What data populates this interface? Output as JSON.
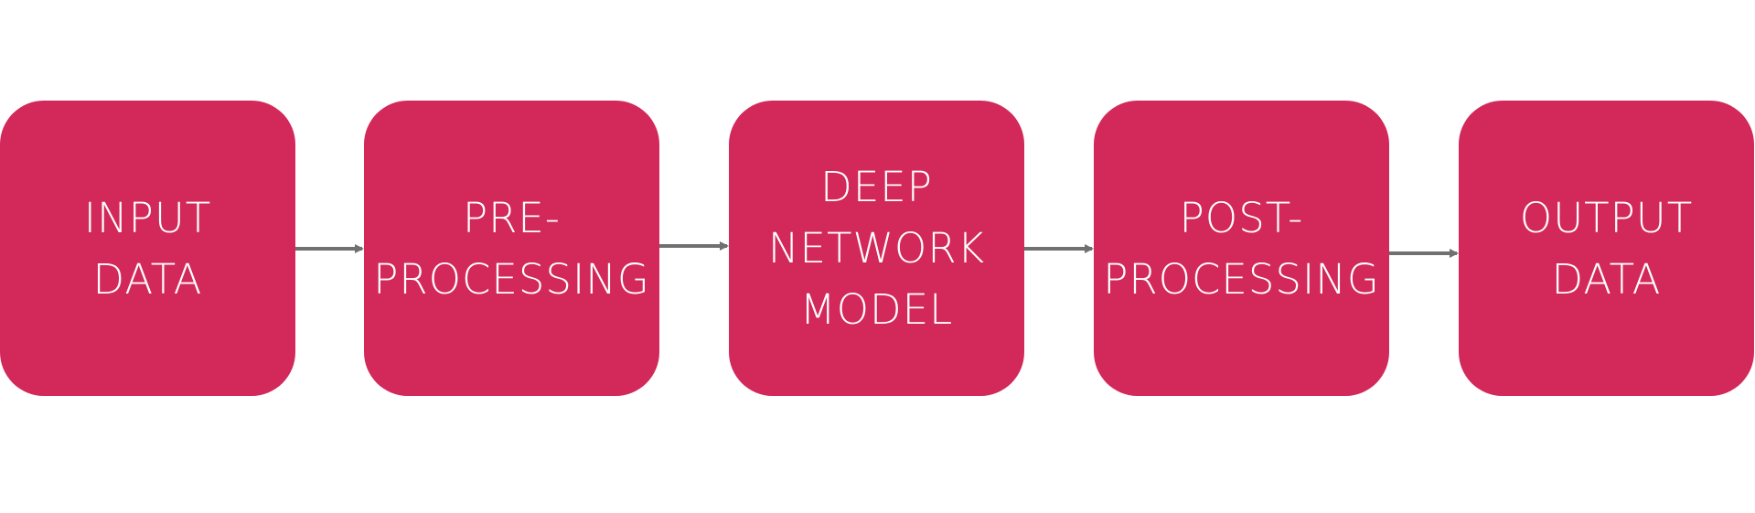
{
  "diagram": {
    "colors": {
      "box_fill": "#d2285a",
      "box_text": "#ffffff",
      "arrow": "#707070",
      "background": "#ffffff"
    },
    "nodes": [
      {
        "id": "input-data",
        "label": "INPUT\nDATA"
      },
      {
        "id": "pre-processing",
        "label": "PRE-\nPROCESSING"
      },
      {
        "id": "deep-network-model",
        "label": "DEEP\nNETWORK\nMODEL"
      },
      {
        "id": "post-processing",
        "label": "POST-\nPROCESSING"
      },
      {
        "id": "output-data",
        "label": "OUTPUT\nDATA"
      }
    ],
    "edges": [
      {
        "from": "input-data",
        "to": "pre-processing"
      },
      {
        "from": "pre-processing",
        "to": "deep-network-model"
      },
      {
        "from": "deep-network-model",
        "to": "post-processing"
      },
      {
        "from": "post-processing",
        "to": "output-data"
      }
    ]
  }
}
